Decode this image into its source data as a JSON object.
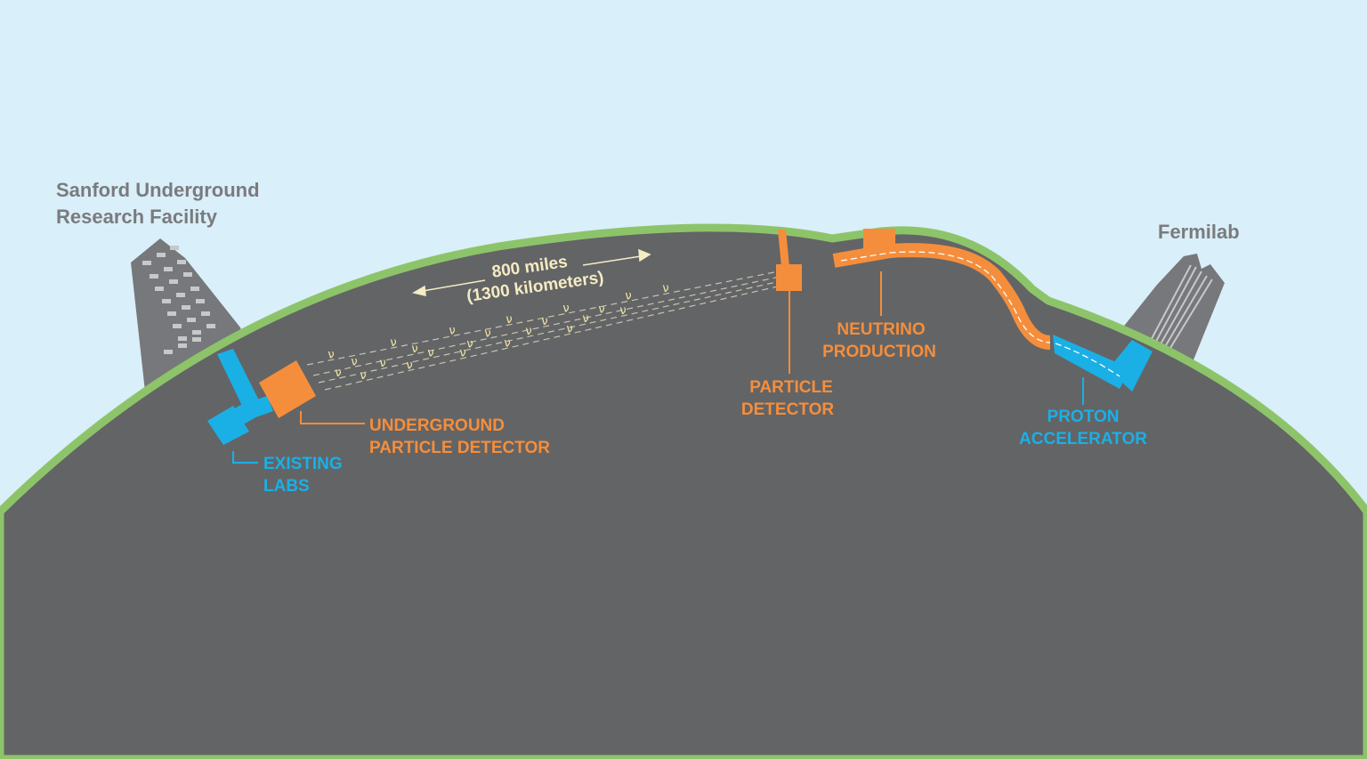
{
  "colors": {
    "sky": "#d9eff9",
    "ground": "#636466",
    "surface": "#8dc46a",
    "orange": "#f58e3c",
    "blue": "#1ab0e6",
    "building": "#77787b",
    "window": "#c7c8ca",
    "label_gray": "#7a7b7e",
    "distance_text": "#f4ecc3",
    "neutrino": "#f2e6a2"
  },
  "labels": {
    "sanford_line1": "Sanford Underground",
    "sanford_line2": "Research Facility",
    "fermilab": "Fermilab",
    "distance_miles": "800 miles",
    "distance_km": "(1300 kilometers)",
    "underground_detector_line1": "UNDERGROUND",
    "underground_detector_line2": "PARTICLE DETECTOR",
    "existing_labs_line1": "EXISTING",
    "existing_labs_line2": "LABS",
    "particle_detector_line1": "PARTICLE",
    "particle_detector_line2": "DETECTOR",
    "neutrino_production_line1": "NEUTRINO",
    "neutrino_production_line2": "PRODUCTION",
    "proton_accelerator_line1": "PROTON",
    "proton_accelerator_line2": "ACCELERATOR"
  },
  "neutrino_symbol": "ν",
  "icons": {
    "sanford_building": "tilted-building-icon",
    "fermilab_building": "fermilab-tower-icon"
  }
}
